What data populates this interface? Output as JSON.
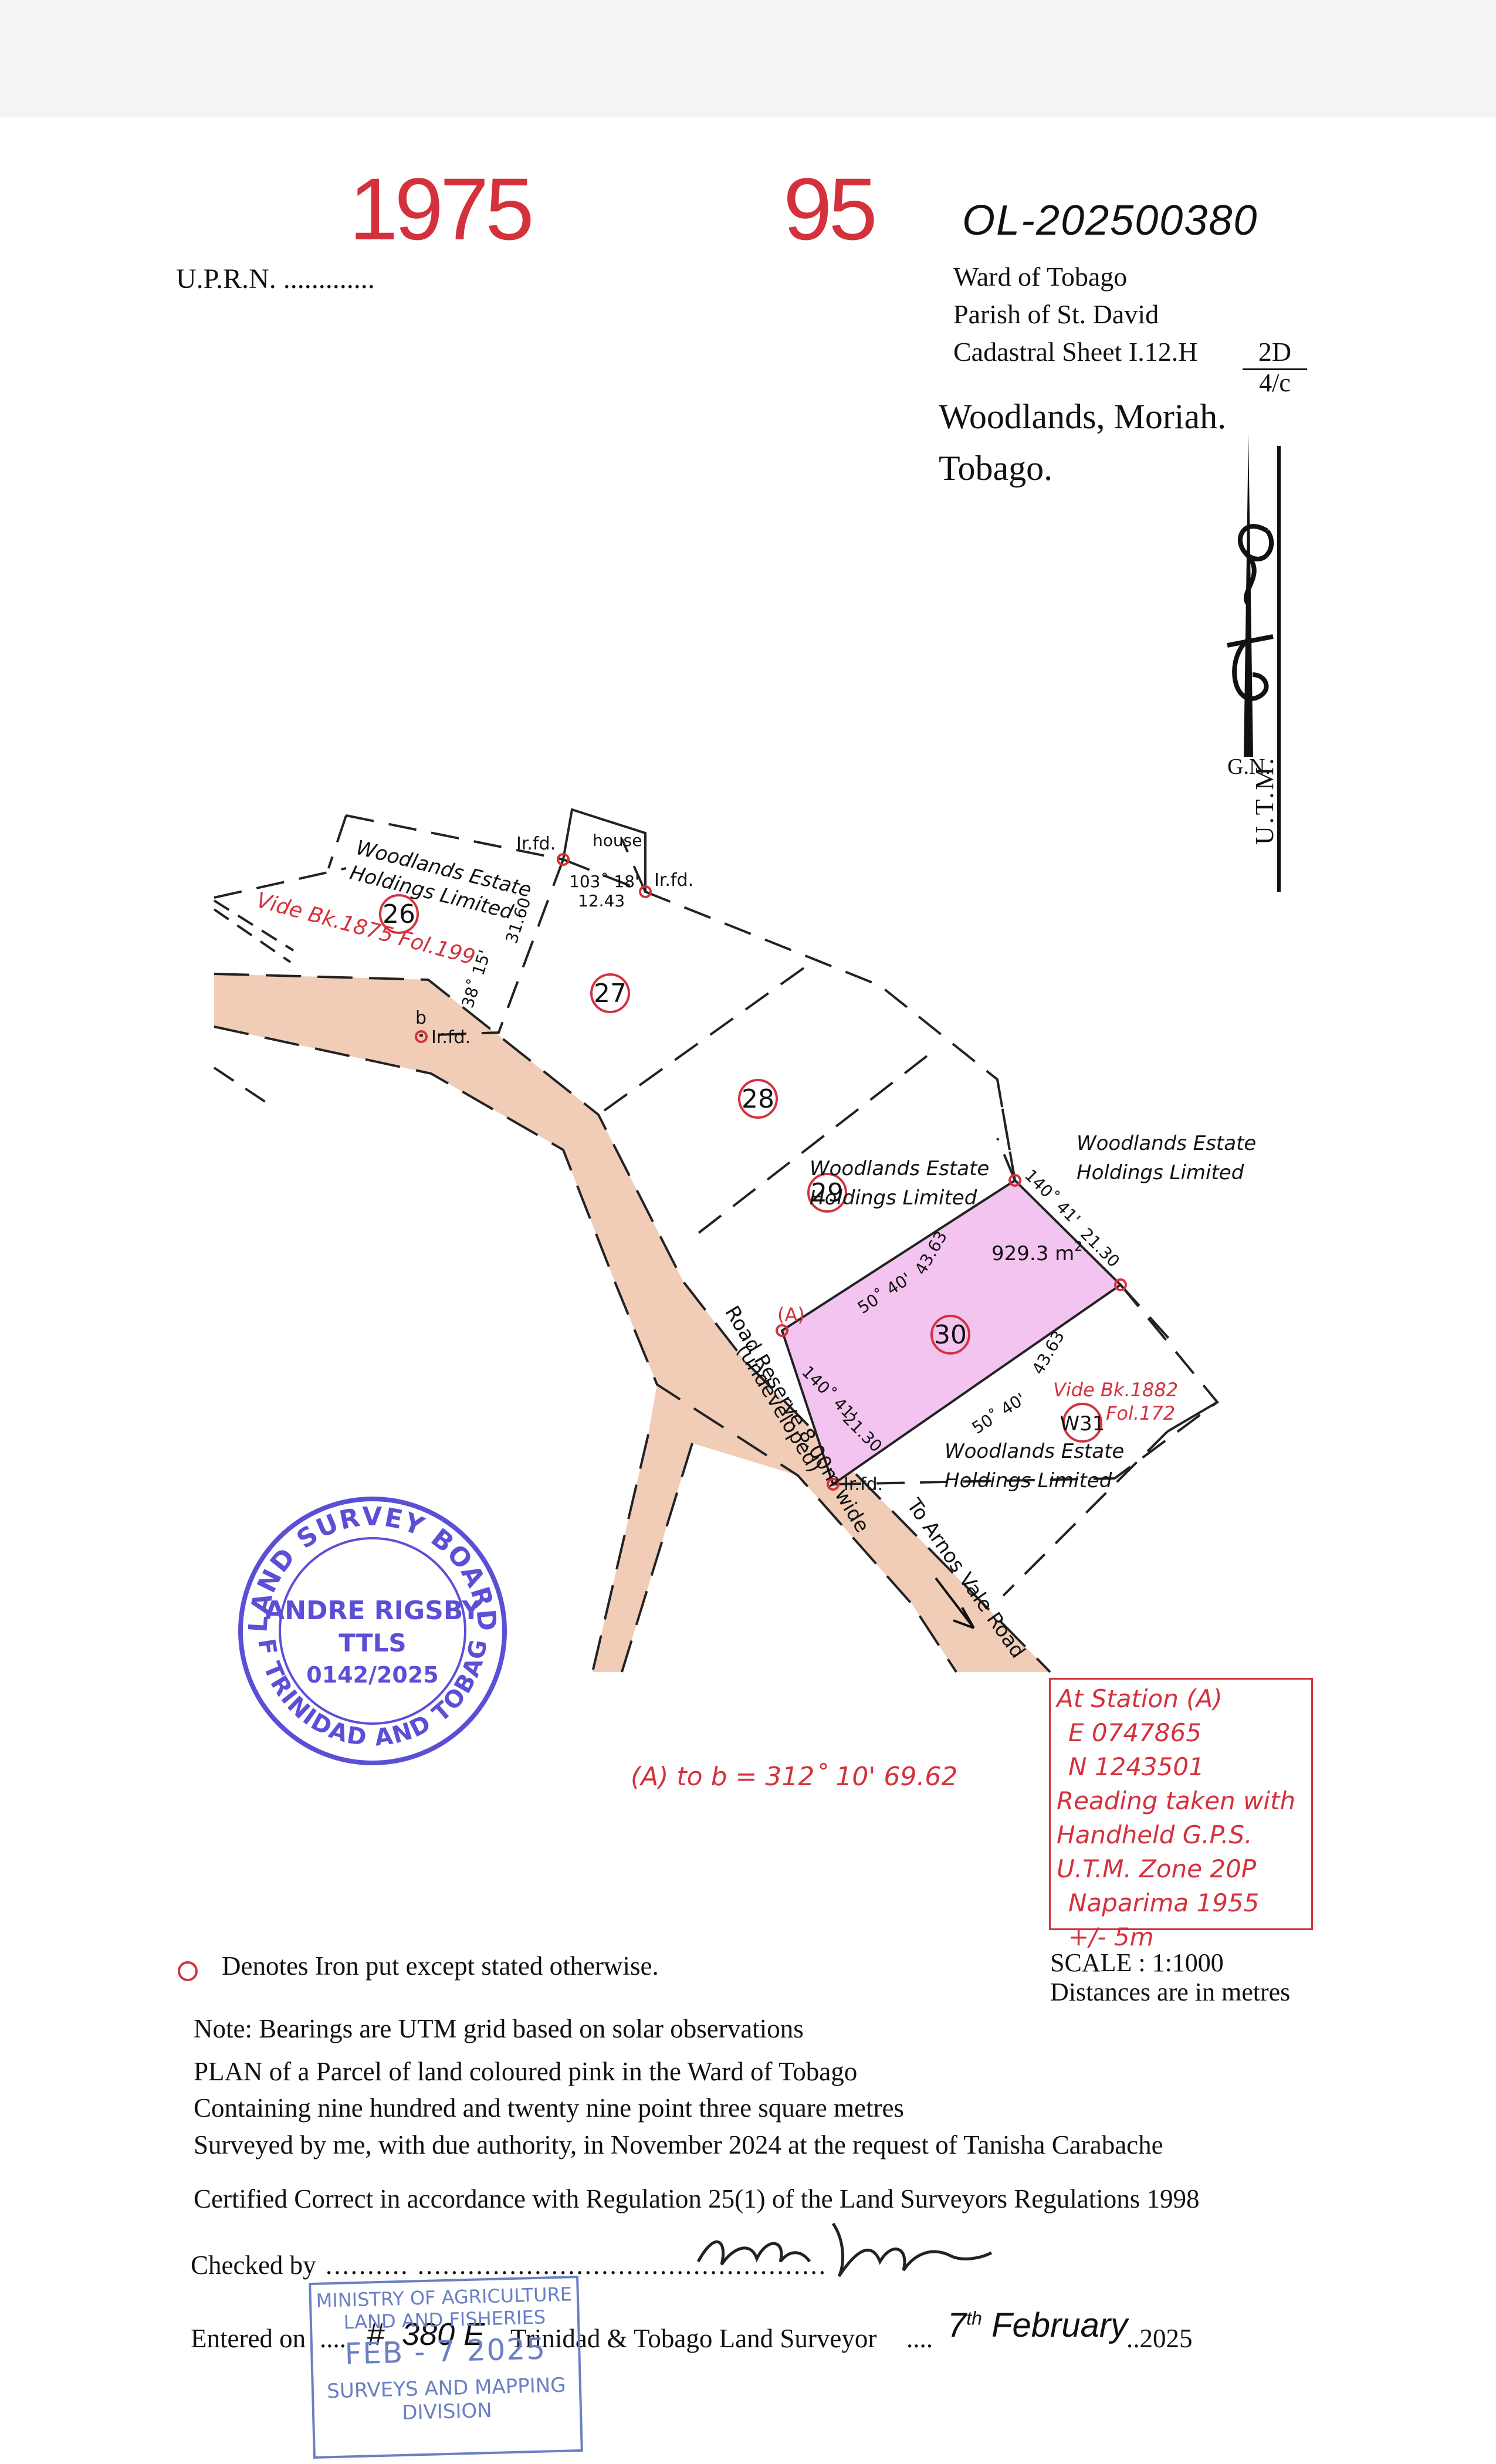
{
  "header": {
    "book_number": "1975",
    "folio_number": "95",
    "reference": "OL-202500380",
    "uprn": "U.P.R.N. .............",
    "ward": "Ward of Tobago",
    "parish": "Parish of St. David",
    "cadastral_sheet": "Cadastral Sheet  I.12.H",
    "sheet_num": "2D",
    "sheet_den": "4/c",
    "location_line1": "Woodlands, Moriah.",
    "location_line2": "Tobago."
  },
  "north": {
    "grid_north": "G.N.",
    "utm": "U.T.M."
  },
  "plan": {
    "owner_label_1": "Woodlands  Estate",
    "owner_label_2": "Holdings  Limited",
    "lot_26": "26",
    "lot_27": "27",
    "lot_28": "28",
    "lot_29": "29",
    "lot_30": "30",
    "lot_w31": "W31",
    "vide_1875": "Vide  Bk.1875  Fol.199",
    "vide_1882_a": "Vide  Bk.1882",
    "vide_1882_b": "Fol.172",
    "ir_fd": "Ir.fd.",
    "house": "house",
    "bearing_103": "103˚ 18'",
    "dist_1243": "12.43",
    "dist_3160": "31.60",
    "bearing_38": "38˚ 15'",
    "point_b": "b",
    "point_a": "(A)",
    "area": "929.3 m",
    "area_sup": "2",
    "bearing_50_40": "50˚ 40'",
    "dist_4363": "43.63",
    "bearing_140_41": "140˚ 41'",
    "dist_2130": "21.30",
    "road_reserve": "Road  Reserve  8.00m  wide",
    "undeveloped": "(undeveloped)",
    "to_arnos_vale": "To  Arnos  Vale  Road",
    "a_to_b": "(A) to b  =  312˚  10'   69.62",
    "colors": {
      "pink": "#f2c4ef",
      "road": "#f1cdb8",
      "red": "#d4313d"
    }
  },
  "stamp_board": {
    "top": "LAND SURVEY BOARD",
    "bottom": "OF TRINIDAD AND TOBAGO",
    "name": "ANDRE RIGSBY",
    "title": "TTLS",
    "number": "0142/2025",
    "color": "#5b4fd6"
  },
  "station": {
    "line1": "At  Station  (A)",
    "line2": "E  0747865",
    "line3": "N  1243501",
    "line4": "Reading  taken  with",
    "line5": "Handheld  G.P.S.",
    "line6": "U.T.M.  Zone  20P",
    "line7": "Naparima  1955",
    "line8": "+/-  5m"
  },
  "legend": {
    "iron_text": "Denotes Iron put except stated otherwise.",
    "scale": "SCALE : 1:1000",
    "distances": "Distances are in metres"
  },
  "footer": {
    "note": "Note: Bearings are UTM grid based on solar observations",
    "plan_line": "PLAN of a Parcel of land coloured pink in the Ward of Tobago",
    "containing": "Containing nine hundred and twenty nine point three square metres",
    "surveyed": "Surveyed by me, with due authority, in November 2024 at the request of Tanisha Carabache",
    "certified": "Certified Correct in accordance with Regulation 25(1) of the Land Surveyors Regulations 1998",
    "checked_by": "Checked by",
    "checked_dots": ".......... .................................................",
    "entered_on": "Entered on",
    "entered_dots": "....",
    "entered_number": "#. 380 E",
    "surveyor_label": "Trinidad & Tobago  Land Surveyor",
    "date_dots": "....",
    "date_day": "7",
    "date_sup": "th",
    "date_month": "February",
    "date_year": "..2025"
  },
  "stamp_ministry": {
    "line1": "MINISTRY OF AGRICULTURE",
    "line2": "LAND AND FISHERIES",
    "date": "FEB - 7 2025",
    "line3": "SURVEYS AND MAPPING",
    "line4": "DIVISION",
    "color": "#6a7fc4"
  }
}
